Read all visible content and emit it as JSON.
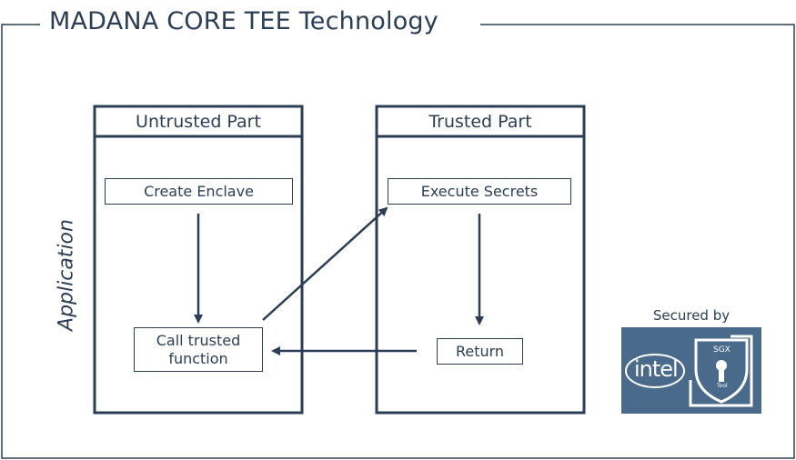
{
  "title": "MADANA CORE TEE Technology",
  "side_label": "Application",
  "untrusted": {
    "header": "Untrusted Part",
    "create_enclave": "Create Enclave",
    "call_trusted_line1": "Call trusted",
    "call_trusted_line2": "function"
  },
  "trusted": {
    "header": "Trusted Part",
    "execute_secrets": "Execute Secrets",
    "return": "Return"
  },
  "badge": {
    "secured_by": "Secured by",
    "intel": "intel",
    "sgx": "SGX",
    "tool": "Tool"
  },
  "colors": {
    "stroke": "#2c3e55",
    "badge_bg": "#4a6a8c"
  }
}
